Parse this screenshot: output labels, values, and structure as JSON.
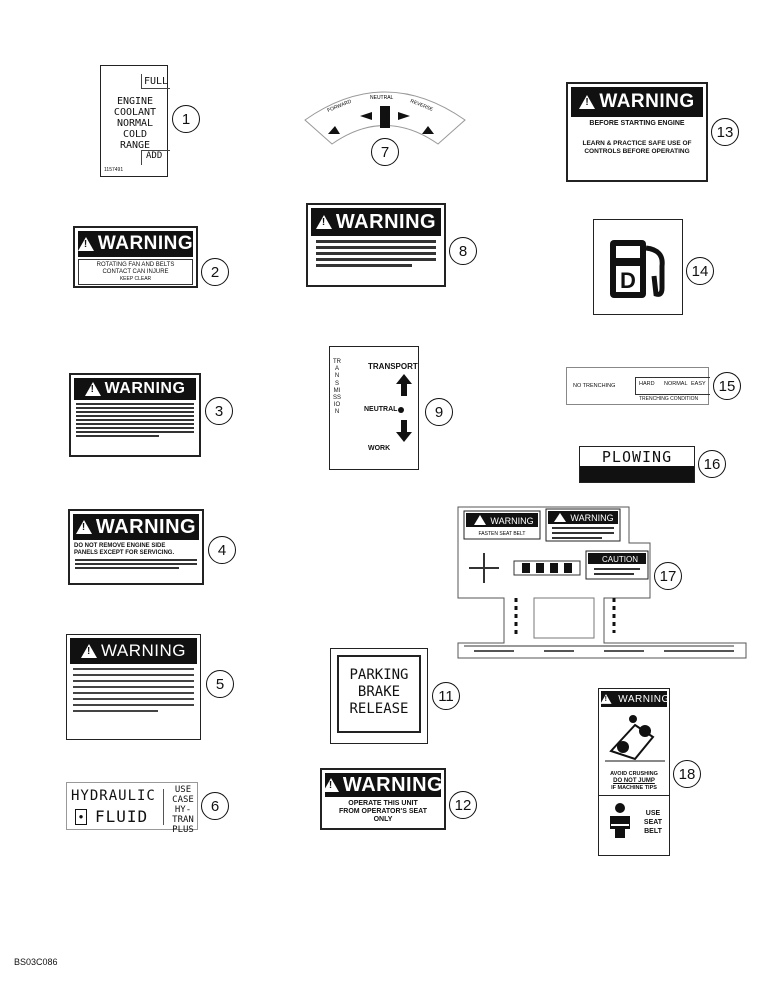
{
  "decals": {
    "d1": {
      "full": "FULL",
      "lines": [
        "ENGINE",
        "COOLANT",
        "NORMAL",
        "COLD",
        "RANGE"
      ],
      "add": "ADD",
      "part": "1157491",
      "callout": "1"
    },
    "d2": {
      "header": "WARNING",
      "line1": "ROTATING FAN AND BELTS",
      "line2": "CONTACT CAN INJURE",
      "line3": "KEEP CLEAR",
      "callout": "2"
    },
    "d3": {
      "header": "WARNING",
      "callout": "3"
    },
    "d4": {
      "header": "WARNING",
      "line1": "DO NOT REMOVE ENGINE SIDE",
      "line2": "PANELS EXCEPT FOR SERVICING.",
      "callout": "4"
    },
    "d5": {
      "header": "WARNING",
      "callout": "5"
    },
    "d6": {
      "hydraulic": "HYDRAULIC",
      "fluid": "FLUID",
      "use": "USE",
      "case": "CASE",
      "hytran": "HY-TRAN",
      "plus": "PLUS",
      "callout": "6"
    },
    "d7": {
      "forward": "FORWARD",
      "neutral": "NEUTRAL",
      "reverse": "REVERSE",
      "callout": "7"
    },
    "d8": {
      "header": "WARNING",
      "callout": "8"
    },
    "d9": {
      "vertical": "TRANSMISSION",
      "transport": "TRANSPORT",
      "neutral": "NEUTRAL",
      "work": "WORK",
      "callout": "9"
    },
    "d11": {
      "line1": "PARKING",
      "line2": "BRAKE",
      "line3": "RELEASE",
      "callout": "11"
    },
    "d12": {
      "header": "WARNING",
      "line1": "OPERATE THIS UNIT",
      "line2": "FROM OPERATOR'S SEAT",
      "line3": "ONLY",
      "callout": "12"
    },
    "d13": {
      "header": "WARNING",
      "line1": "BEFORE STARTING ENGINE",
      "line2": "LEARN & PRACTICE SAFE USE OF",
      "line3": "CONTROLS BEFORE OPERATING",
      "callout": "13"
    },
    "d14": {
      "letter": "D",
      "callout": "14"
    },
    "d15": {
      "left": "NO TRENCHING",
      "hard": "HARD",
      "normal": "NORMAL",
      "easy": "EASY",
      "cond": "TRENCHING CONDITION",
      "callout": "15"
    },
    "d16": {
      "label": "PLOWING",
      "callout": "16"
    },
    "d17": {
      "w1": "WARNING",
      "w2": "WARNING",
      "caution": "CAUTION",
      "fasten": "FASTEN SEAT BELT",
      "callout": "17"
    },
    "d18": {
      "header": "WARNING",
      "avoid": "AVOID CRUSHING",
      "jump": "DO NOT JUMP",
      "tips": "IF MACHINE TIPS",
      "use": "USE",
      "seat": "SEAT",
      "belt": "BELT",
      "callout": "18"
    }
  },
  "footer": {
    "code": "BS03C086"
  }
}
